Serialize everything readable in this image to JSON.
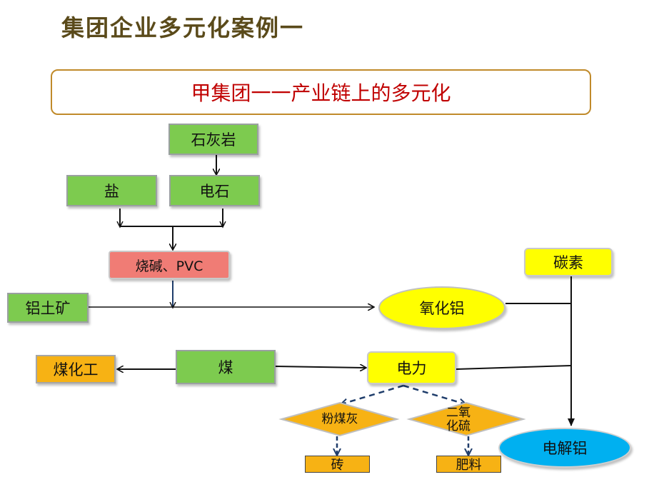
{
  "title": "集团企业多元化案例一",
  "banner": "甲集团一一产业链上的多元化",
  "nodes": {
    "limestone": "石灰岩",
    "salt": "盐",
    "carbide": "电石",
    "caustic_pvc": "烧碱、PVC",
    "bauxite": "铝土矿",
    "alumina": "氧化铝",
    "carbon": "碳素",
    "coal_chem": "煤化工",
    "coal": "煤",
    "power": "电力",
    "fly_ash": "粉煤灰",
    "so2": "二氧\n化硫",
    "brick": "砖",
    "fertilizer": "肥料",
    "electrolytic_al": "电解铝"
  },
  "colors": {
    "green": "#7dcb4f",
    "pink": "#f07c75",
    "orange": "#f7b214",
    "yellow": "#ffff00",
    "blue": "#00b0f0",
    "title_color": "#5a4a1a",
    "banner_text": "#c00000",
    "arrow_dashed": "#1f3d6b"
  }
}
